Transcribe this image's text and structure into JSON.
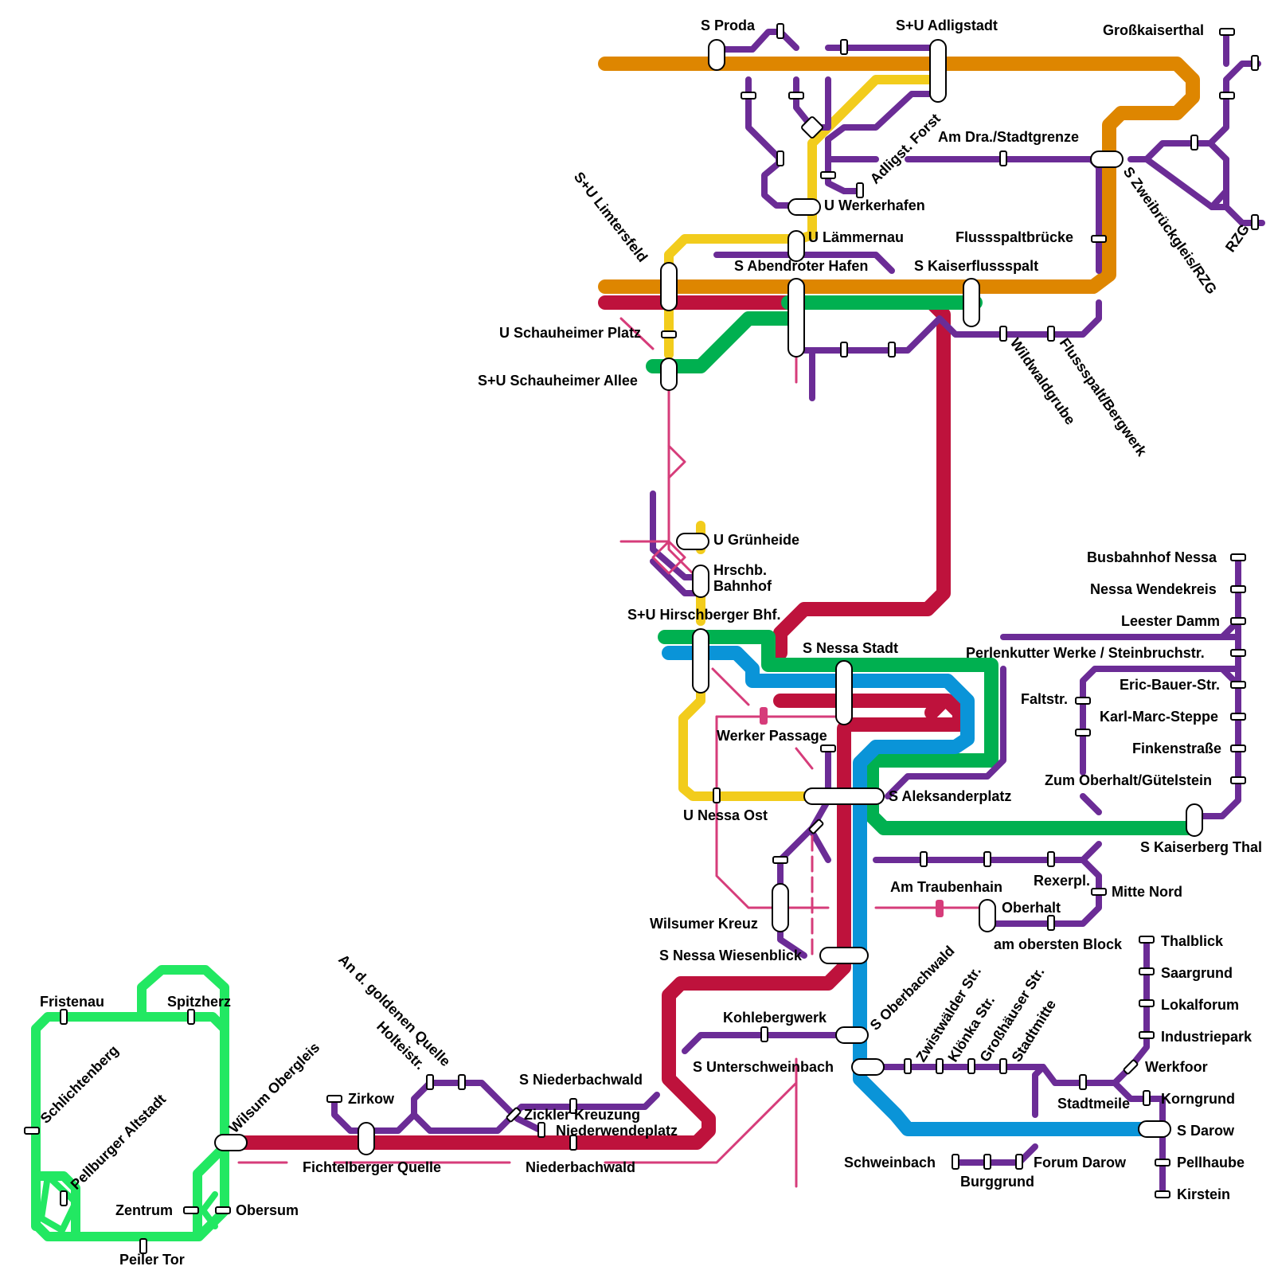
{
  "colors": {
    "orange": "#de8600",
    "red": "#be123c",
    "yellow": "#f2cc1c",
    "green": "#00b050",
    "blue": "#0a94d8",
    "purple": "#6b2c96",
    "pink": "#d63c7a",
    "lime": "#22e862"
  },
  "stations": {
    "s_proda": "S Proda",
    "su_adligstadt": "S+U Adligstadt",
    "grosskaiserthal": "Großkaiserthal",
    "adligst_forst": "Adligst. Forst",
    "am_dra_stadtgrenze": "Am Dra./Stadtgrenze",
    "s_zweibrueckgleis_rzg": "S Zweibrückgleis/RZG",
    "rzg": "RZG",
    "u_werkerhafen": "U Werkerhafen",
    "su_limtersfeld": "S+U Limtersfeld",
    "u_laemmernau": "U Lämmernau",
    "flussspaltbruecke": "Flussspaltbrücke",
    "s_abendroter_hafen": "S Abendroter Hafen",
    "s_kaiserflussspalt": "S Kaiserflussspalt",
    "u_schauheimer_platz": "U Schauheimer Platz",
    "su_schauheimer_allee": "S+U Schauheimer Allee",
    "wildwaldgrube": "Wildwaldgrube",
    "flussspalt_bergwerk": "Flussspalt/Bergwerk",
    "u_gruenheide": "U Grünheide",
    "hrschb_bahnhof_1": "Hrschb.",
    "hrschb_bahnhof_2": "Bahnhof",
    "su_hirschberger_bhf": "S+U Hirschberger Bhf.",
    "busbahnhof_nessa": "Busbahnhof Nessa",
    "nessa_wendekreis": "Nessa Wendekreis",
    "leester_damm": "Leester Damm",
    "s_nessa_stadt": "S Nessa Stadt",
    "perlenkutter": "Perlenkutter Werke / Steinbruchstr.",
    "eric_bauer_str": "Eric-Bauer-Str.",
    "faltstr": "Faltstr.",
    "karl_marc_steppe": "Karl-Marc-Steppe",
    "werker_passage": "Werker Passage",
    "finkenstrasse": "Finkenstraße",
    "zum_oberhalt": "Zum Oberhalt/Gütelstein",
    "s_aleksanderplatz": "S Aleksanderplatz",
    "u_nessa_ost": "U Nessa Ost",
    "s_kaiserberg_thal": "S Kaiserberg Thal",
    "am_traubenhain": "Am Traubenhain",
    "rexerpl": "Rexerpl.",
    "mitte_nord": "Mitte Nord",
    "wilsumer_kreuz": "Wilsumer Kreuz",
    "oberhalt": "Oberhalt",
    "am_obersten_block": "am obersten Block",
    "thalblick": "Thalblick",
    "s_nessa_wiesenblick": "S Nessa Wiesenblick",
    "saargrund": "Saargrund",
    "s_oberbachwald": "S Oberbachwald",
    "zwistwaelder_str": "Zwistwälder Str.",
    "kloenka_str": "Klönka Str.",
    "grosshaeuser_str": "Großhäuser Str.",
    "stadtmitte": "Stadtmitte",
    "lokalforum": "Lokalforum",
    "kohlebergwerk": "Kohlebergwerk",
    "industriepark": "Industriepark",
    "fristenau": "Fristenau",
    "spitzherz": "Spitzherz",
    "schlichtenberg": "Schlichtenberg",
    "s_unterschweinbach": "S Unterschweinbach",
    "werkfoor": "Werkfoor",
    "an_d_goldenen_quelle": "An d. goldenen Quelle",
    "holteistr": "Holteistr.",
    "pellburger_altstadt": "Pellburger Altstadt",
    "wilsum_obergleis": "Wilsum Obergleis",
    "zirkow": "Zirkow",
    "s_niederbachwald": "S Niederbachwald",
    "zickler_kreuzung": "Zickler Kreuzung",
    "stadtmeile": "Stadtmeile",
    "korngrund": "Korngrund",
    "niederwendeplatz": "Niederwendeplatz",
    "s_darow": "S Darow",
    "fichtelberger_quelle": "Fichtelberger Quelle",
    "niederbachwald": "Niederbachwald",
    "schweinbach": "Schweinbach",
    "forum_darow": "Forum Darow",
    "pellhaube": "Pellhaube",
    "burggrund": "Burggrund",
    "zentrum": "Zentrum",
    "obersum": "Obersum",
    "kirstein": "Kirstein",
    "peiler_tor": "Peiler Tor"
  }
}
